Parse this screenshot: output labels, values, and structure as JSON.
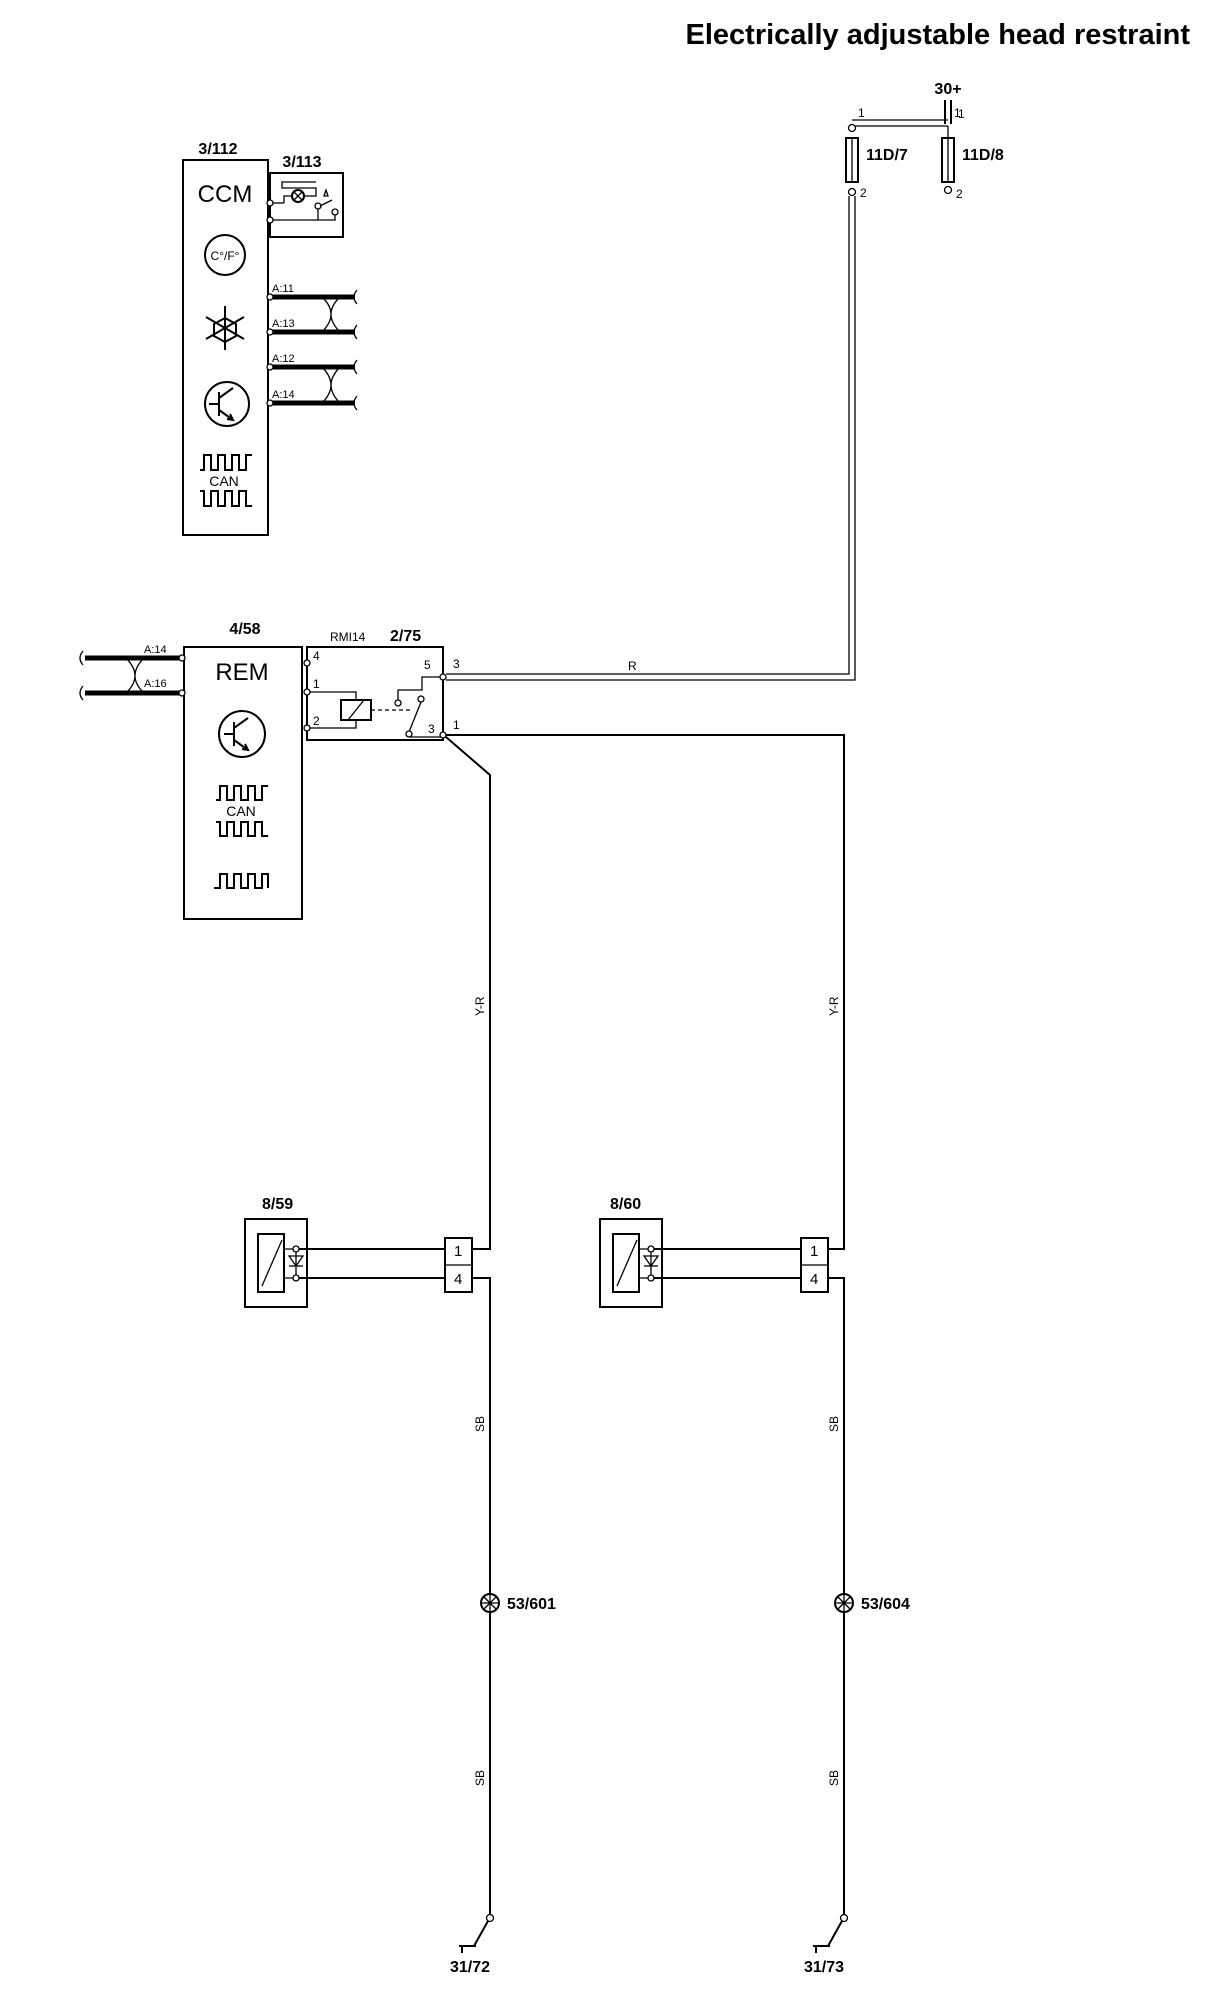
{
  "title": "Electrically adjustable head restraint",
  "supply": {
    "label": "30+",
    "pin_top": "1"
  },
  "fuses": [
    {
      "ref": "11D/7",
      "pin_in": "1",
      "pin_out": "2"
    },
    {
      "ref": "11D/8",
      "pin_in": "1",
      "pin_out": "2"
    }
  ],
  "ccm": {
    "ref": "3/112",
    "label": "CCM",
    "switch_ref": "3/113",
    "temp_symbol": "C°/F°",
    "can_label": "CAN",
    "connectors": [
      "A:11",
      "A:13",
      "A:12",
      "A:14"
    ]
  },
  "rem": {
    "ref": "4/58",
    "label": "REM",
    "can_label": "CAN",
    "connectors": [
      "A:14",
      "A:16"
    ],
    "pins": [
      "4",
      "1",
      "2"
    ]
  },
  "relay": {
    "ref": "2/75",
    "name": "RMI14",
    "pins": [
      "5",
      "3",
      "3",
      "1"
    ]
  },
  "wire_colors": {
    "supply": "R",
    "relay_out": "Y-R",
    "ground": "SB"
  },
  "motors": [
    {
      "ref": "8/59",
      "pins": [
        "1",
        "4"
      ]
    },
    {
      "ref": "8/60",
      "pins": [
        "1",
        "4"
      ]
    }
  ],
  "splices": [
    "53/601",
    "53/604"
  ],
  "grounds": [
    "31/72",
    "31/73"
  ]
}
